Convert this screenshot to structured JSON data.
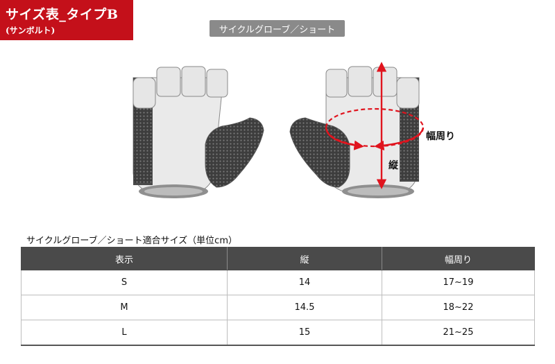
{
  "badge": {
    "title": "サイズ表_タイプB",
    "subtitle": "(サンボルト)"
  },
  "category": "サイクルグローブ／ショート",
  "measures": {
    "girth": "幅周り",
    "length": "縦"
  },
  "table": {
    "caption": "サイクルグローブ／ショート適合サイズ（単位cm）",
    "headers": [
      "表示",
      "縦",
      "幅周り"
    ],
    "rows": [
      [
        "S",
        "14",
        "17~19"
      ],
      [
        "M",
        "14.5",
        "18~22"
      ],
      [
        "L",
        "15",
        "21~25"
      ]
    ]
  },
  "colors": {
    "badge_red": "#c4101a",
    "arrow_red": "#e0141e",
    "header_gray": "#4a4a4a",
    "pill_gray": "#8a8a8a"
  }
}
